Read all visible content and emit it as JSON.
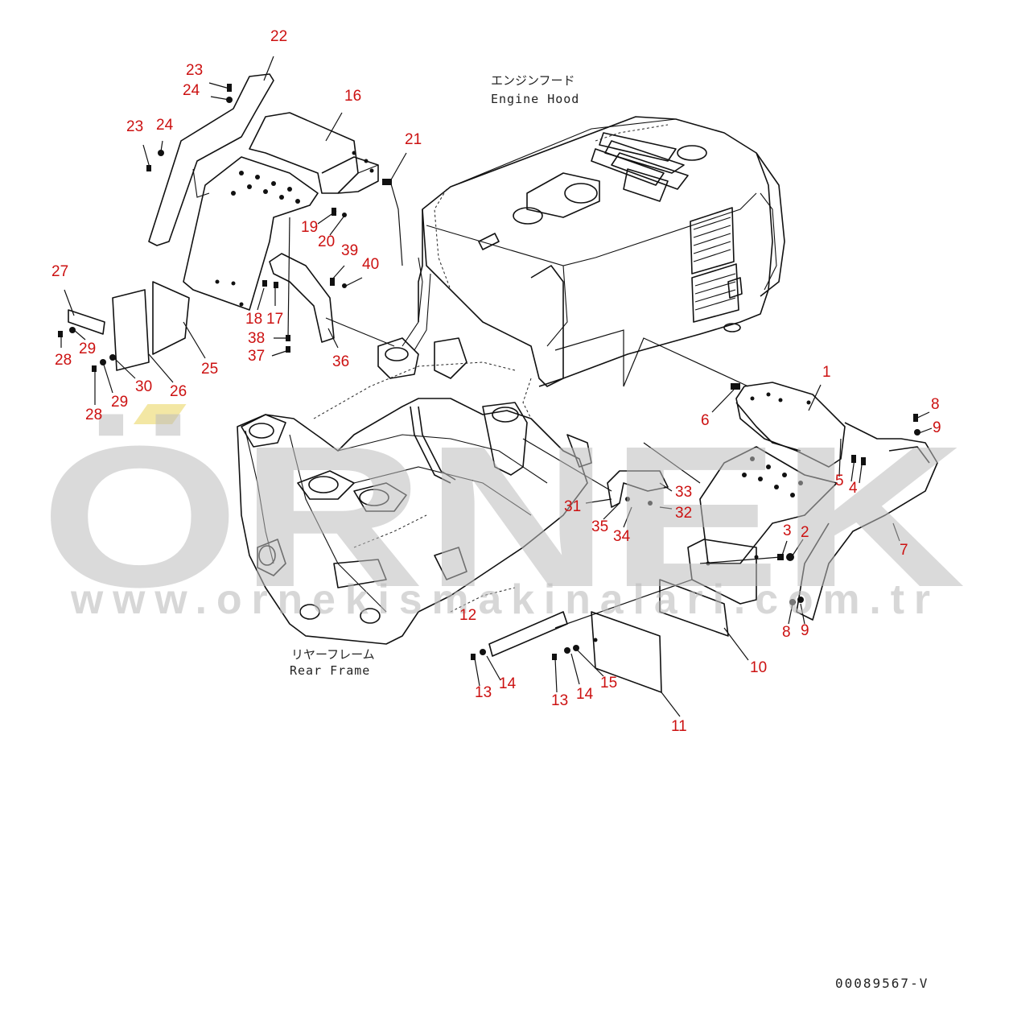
{
  "labels": {
    "engine_hood_jp": "エンジンフード",
    "engine_hood_en": "Engine Hood",
    "rear_frame_jp": "リヤーフレーム",
    "rear_frame_en": "Rear Frame",
    "document_number": "00089567-V"
  },
  "watermark": {
    "brand": "ÖRNEK",
    "url": "www.ornekismakinalari.com.tr"
  },
  "callouts": [
    {
      "id": "c22",
      "text": "22"
    },
    {
      "id": "c23a",
      "text": "23"
    },
    {
      "id": "c24a",
      "text": "24"
    },
    {
      "id": "c23b",
      "text": "23"
    },
    {
      "id": "c24b",
      "text": "24"
    },
    {
      "id": "c16",
      "text": "16"
    },
    {
      "id": "c21",
      "text": "21"
    },
    {
      "id": "c19",
      "text": "19"
    },
    {
      "id": "c20",
      "text": "20"
    },
    {
      "id": "c39",
      "text": "39"
    },
    {
      "id": "c40",
      "text": "40"
    },
    {
      "id": "c27",
      "text": "27"
    },
    {
      "id": "c18",
      "text": "18"
    },
    {
      "id": "c17",
      "text": "17"
    },
    {
      "id": "c38",
      "text": "38"
    },
    {
      "id": "c37",
      "text": "37"
    },
    {
      "id": "c36",
      "text": "36"
    },
    {
      "id": "c28a",
      "text": "28"
    },
    {
      "id": "c29a",
      "text": "29"
    },
    {
      "id": "c25",
      "text": "25"
    },
    {
      "id": "c30",
      "text": "30"
    },
    {
      "id": "c26",
      "text": "26"
    },
    {
      "id": "c29b",
      "text": "29"
    },
    {
      "id": "c28b",
      "text": "28"
    },
    {
      "id": "c1",
      "text": "1"
    },
    {
      "id": "c6",
      "text": "6"
    },
    {
      "id": "c8a",
      "text": "8"
    },
    {
      "id": "c9a",
      "text": "9"
    },
    {
      "id": "c5",
      "text": "5"
    },
    {
      "id": "c4",
      "text": "4"
    },
    {
      "id": "c33",
      "text": "33"
    },
    {
      "id": "c31",
      "text": "31"
    },
    {
      "id": "c32",
      "text": "32"
    },
    {
      "id": "c35",
      "text": "35"
    },
    {
      "id": "c34",
      "text": "34"
    },
    {
      "id": "c3",
      "text": "3"
    },
    {
      "id": "c2",
      "text": "2"
    },
    {
      "id": "c7",
      "text": "7"
    },
    {
      "id": "c12",
      "text": "12"
    },
    {
      "id": "c8b",
      "text": "8"
    },
    {
      "id": "c9b",
      "text": "9"
    },
    {
      "id": "c10",
      "text": "10"
    },
    {
      "id": "c15",
      "text": "15"
    },
    {
      "id": "c14a",
      "text": "14"
    },
    {
      "id": "c14b",
      "text": "14"
    },
    {
      "id": "c13a",
      "text": "13"
    },
    {
      "id": "c13b",
      "text": "13"
    },
    {
      "id": "c11",
      "text": "11"
    }
  ],
  "colors": {
    "callout": "#cc1111",
    "linework": "#111111",
    "watermark": "#bdbdbd"
  }
}
